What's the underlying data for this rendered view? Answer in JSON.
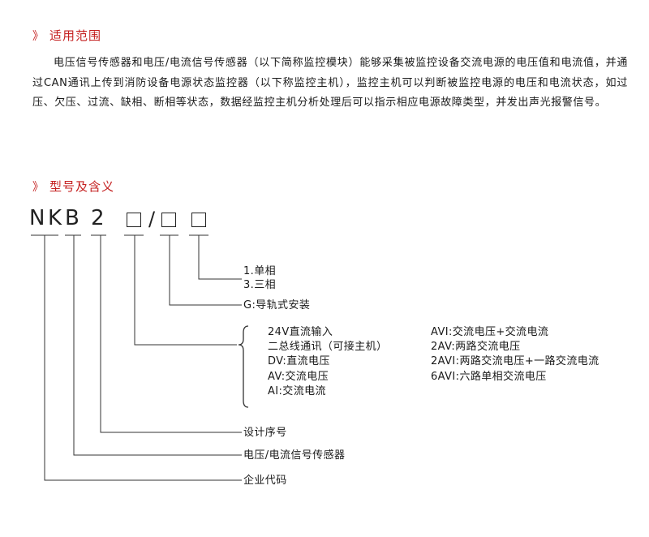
{
  "scope": {
    "marker": "》",
    "title": "适用范围",
    "paragraph": "电压信号传感器和电压/电流信号传感器（以下简称监控模块）能够采集被监控设备交流电源的电压值和电流值，并通过CAN通讯上传到消防设备电源状态监控器（以下称监控主机），监控主机可以判断被监控电源的电压和电流状态，如过压、欠压、过流、缺相、断相等状态，数据经监控主机分析处理后可以指示相应电源故障类型，并发出声光报警信号。"
  },
  "model_section": {
    "marker": "》",
    "title": "型号及含义",
    "code": {
      "c1": "N",
      "c2": "K",
      "c3": "B",
      "c4": "2",
      "slash": "/"
    },
    "phase_options": [
      "1.单相",
      "3.三相"
    ],
    "install_label": "G:导轨式安装",
    "type_options_left": [
      "24V直流输入",
      "二总线通讯（可接主机）",
      "DV:直流电压",
      "AV:交流电压",
      "AI:交流电流"
    ],
    "type_options_right": [
      "AVI:交流电压+交流电流",
      "2AV:两路交流电压",
      "2AVI:两路交流电压+一路交流电流",
      "6AVI:六路单相交流电压"
    ],
    "design_seq_label": "设计序号",
    "sensor_label": "电压/电流信号传感器",
    "company_label": "企业代码"
  }
}
